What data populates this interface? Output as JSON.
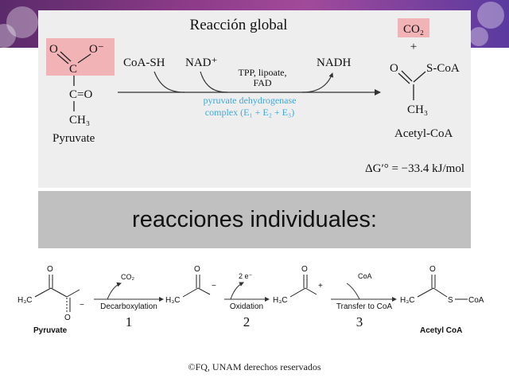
{
  "top": {
    "title": "Reacción global",
    "co2_label": "CO₂",
    "plus": "+",
    "coa_sh": "CoA-SH",
    "nad": "NAD⁺",
    "nadh": "NADH",
    "cofactors_line1": "TPP, lipoate,",
    "cofactors_line2": "FAD",
    "enzyme_line1": "pyruvate dehydrogenase",
    "enzyme_line2": "complex (E₁ + E₂ + E₃)",
    "pyruvate_label": "Pyruvate",
    "acetylcoa_label": "Acetyl-CoA",
    "delta_g": "ΔG′° = −33.4 kJ/mol",
    "atoms": {
      "o": "O",
      "o_minus": "O⁻",
      "c": "C",
      "ceq": "C=O",
      "ch3": "CH₃",
      "scoa": "S-CoA"
    },
    "colors": {
      "highlight": "#f2b3b6",
      "enzyme_text": "#3fa8d8"
    }
  },
  "band_text": "reacciones individuales:",
  "bottom": {
    "o": "O",
    "h3c": "H₃C",
    "minus": "−",
    "plus": "+",
    "co2": "CO₂",
    "two_e": "2 e⁻",
    "coa": "CoA",
    "scoa_s": "S",
    "scoa_coa": "CoA",
    "step1_label": "Decarboxylation",
    "step1_num": "1",
    "step2_label": "Oxidation",
    "step2_num": "2",
    "step3_label": "Transfer to CoA",
    "step3_num": "3",
    "pyruvate_label": "Pyruvate",
    "acetylcoa_label": "Acetyl CoA"
  },
  "footer": "©FQ, UNAM derechos reservados"
}
